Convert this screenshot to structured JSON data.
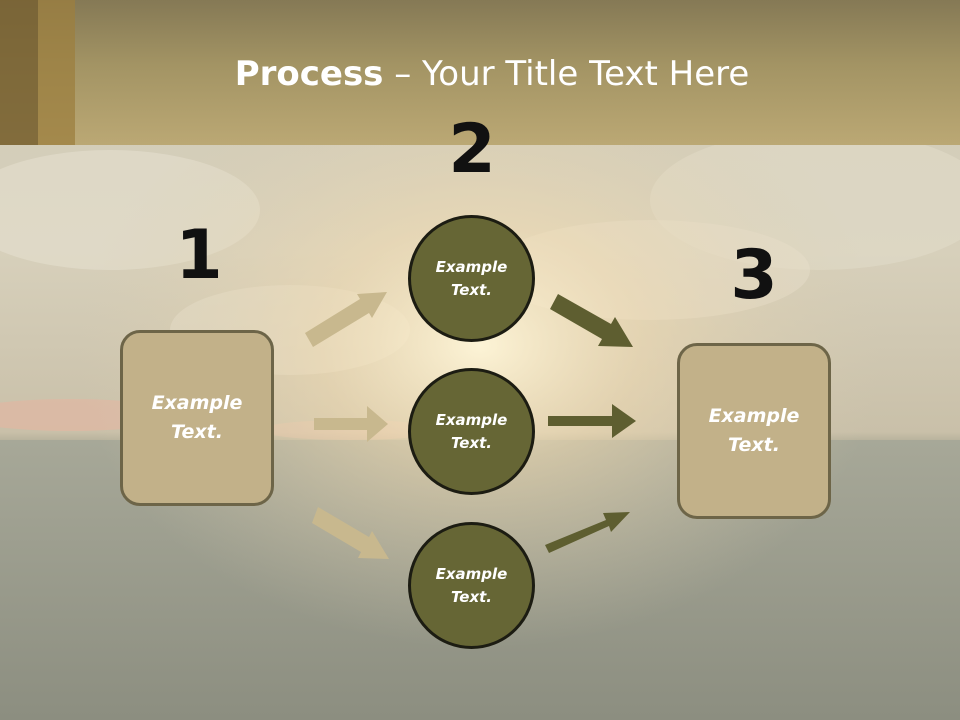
{
  "title": {
    "bold": "Process",
    "rest": " – Your Title Text Here"
  },
  "steps": [
    "1",
    "2",
    "3"
  ],
  "left_box": [
    "Example",
    "Text."
  ],
  "circles": {
    "top": [
      "Example",
      "Text."
    ],
    "middle": [
      "Example",
      "Text."
    ],
    "bottom": [
      "Example",
      "Text."
    ]
  },
  "right_box": [
    "Example",
    "Text."
  ],
  "colors": {
    "header": "#a39464",
    "box_fill": "#c2b189",
    "circle_fill": "#666635",
    "arrow_light": "#c8b88e",
    "arrow_dark": "#5e5e30",
    "text": "#ffffff"
  }
}
